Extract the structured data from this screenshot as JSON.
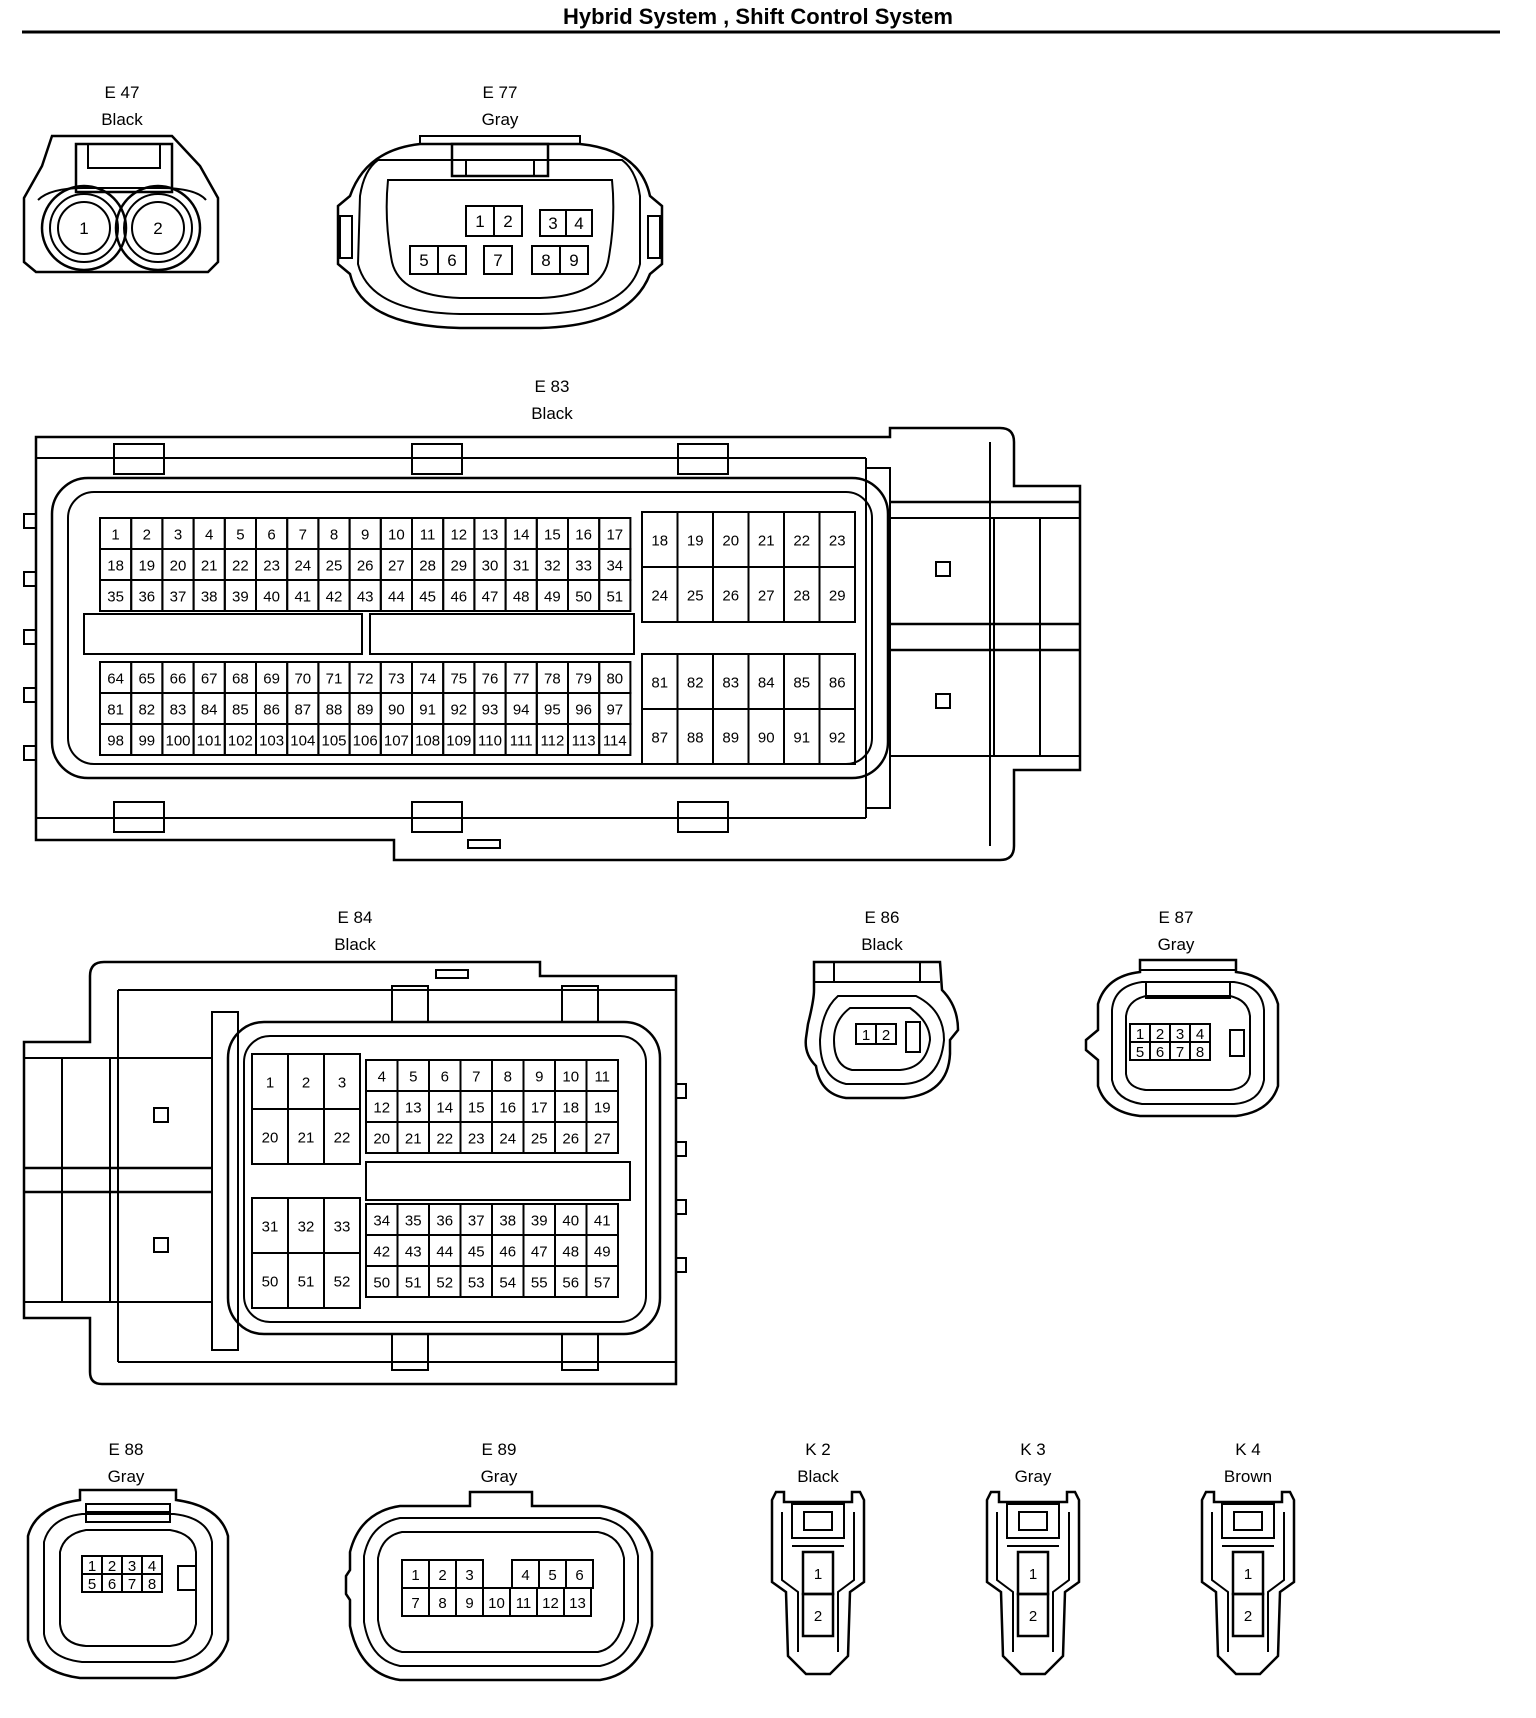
{
  "title": "Hybrid System , Shift Control System",
  "connectors": {
    "E47": {
      "id": "E 47",
      "color": "Black",
      "pins": [
        "1",
        "2"
      ]
    },
    "E77": {
      "id": "E 77",
      "color": "Gray",
      "pins": [
        "1",
        "2",
        "3",
        "4",
        "5",
        "6",
        "7",
        "8",
        "9"
      ]
    },
    "E83": {
      "id": "E 83",
      "color": "Black"
    },
    "E84": {
      "id": "E 84",
      "color": "Black"
    },
    "E86": {
      "id": "E 86",
      "color": "Black",
      "pins": [
        "1",
        "2"
      ]
    },
    "E87": {
      "id": "E 87",
      "color": "Gray",
      "pins": [
        "1",
        "2",
        "3",
        "4",
        "5",
        "6",
        "7",
        "8"
      ]
    },
    "E88": {
      "id": "E 88",
      "color": "Gray",
      "pins": [
        "1",
        "2",
        "3",
        "4",
        "5",
        "6",
        "7",
        "8"
      ]
    },
    "E89": {
      "id": "E 89",
      "color": "Gray",
      "pins": [
        "1",
        "2",
        "3",
        "4",
        "5",
        "6",
        "7",
        "8",
        "9",
        "10",
        "11",
        "12",
        "13"
      ]
    },
    "K2": {
      "id": "K 2",
      "color": "Black",
      "pins": [
        "1",
        "2"
      ]
    },
    "K3": {
      "id": "K 3",
      "color": "Gray",
      "pins": [
        "1",
        "2"
      ]
    },
    "K4": {
      "id": "K 4",
      "color": "Brown",
      "pins": [
        "1",
        "2"
      ]
    }
  },
  "colors": {
    "line": "#000000",
    "background": "#ffffff"
  }
}
